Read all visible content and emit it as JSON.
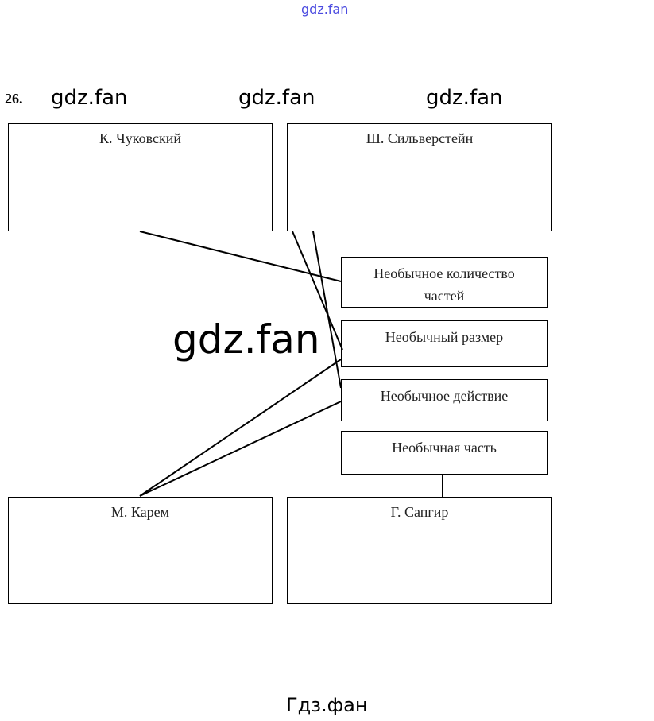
{
  "watermarks": {
    "top": "gdz.fan",
    "row": [
      "gdz.fan",
      "gdz.fan",
      "gdz.fan"
    ],
    "center": "gdz.fan",
    "bottom": "Гдз.фан"
  },
  "task_number": "26.",
  "authors": {
    "chukovsky": "К. Чуковский",
    "silverstein": "Ш. Сильверстейн",
    "karem": "М. Карем",
    "sapgir": "Г. Сапгир"
  },
  "features": {
    "count": "Необычное количество частей",
    "size": "Необычный размер",
    "action": "Необычное действие",
    "part": "Необычная часть"
  },
  "colors": {
    "watermark_top": "#3a3ad8",
    "line": "#000000"
  }
}
